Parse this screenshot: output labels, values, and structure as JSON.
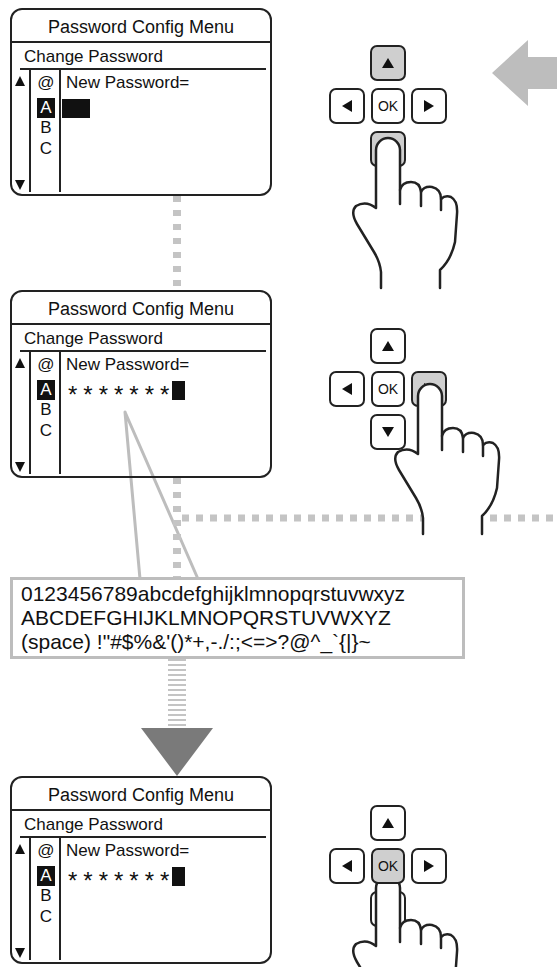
{
  "diagram": {
    "nodes": [
      {
        "text": [
          "Password Config Menu",
          "Change Password",
          "@",
          "A",
          "B",
          "C",
          "New Password="
        ]
      },
      {
        "text": [
          "OK"
        ]
      },
      {
        "text": [
          "Password Config Menu",
          "Change Password",
          "@",
          "A",
          "B",
          "C",
          "New Password=",
          "*******"
        ]
      },
      {
        "text": [
          "OK"
        ]
      },
      {
        "text": [
          "0123456789abcdefghijklmnopqrstuvwxyz",
          "ABCDEFGHIJKLMNOPQRSTUVWXYZ",
          "(space) !\"#$%&'()*+,-./:;<=>?@^_`{|}~"
        ]
      },
      {
        "text": [
          "Password Config Menu",
          "Change Password",
          "@",
          "A",
          "B",
          "C",
          "New Password=",
          "*******"
        ]
      },
      {
        "text": [
          "OK"
        ]
      }
    ],
    "edges": [
      {
        "from": 0,
        "to": 2,
        "arrow": "none"
      },
      {
        "from": 2,
        "to": 4,
        "arrow": "none"
      },
      {
        "from": 4,
        "to": 5,
        "arrow": "to"
      }
    ]
  }
}
